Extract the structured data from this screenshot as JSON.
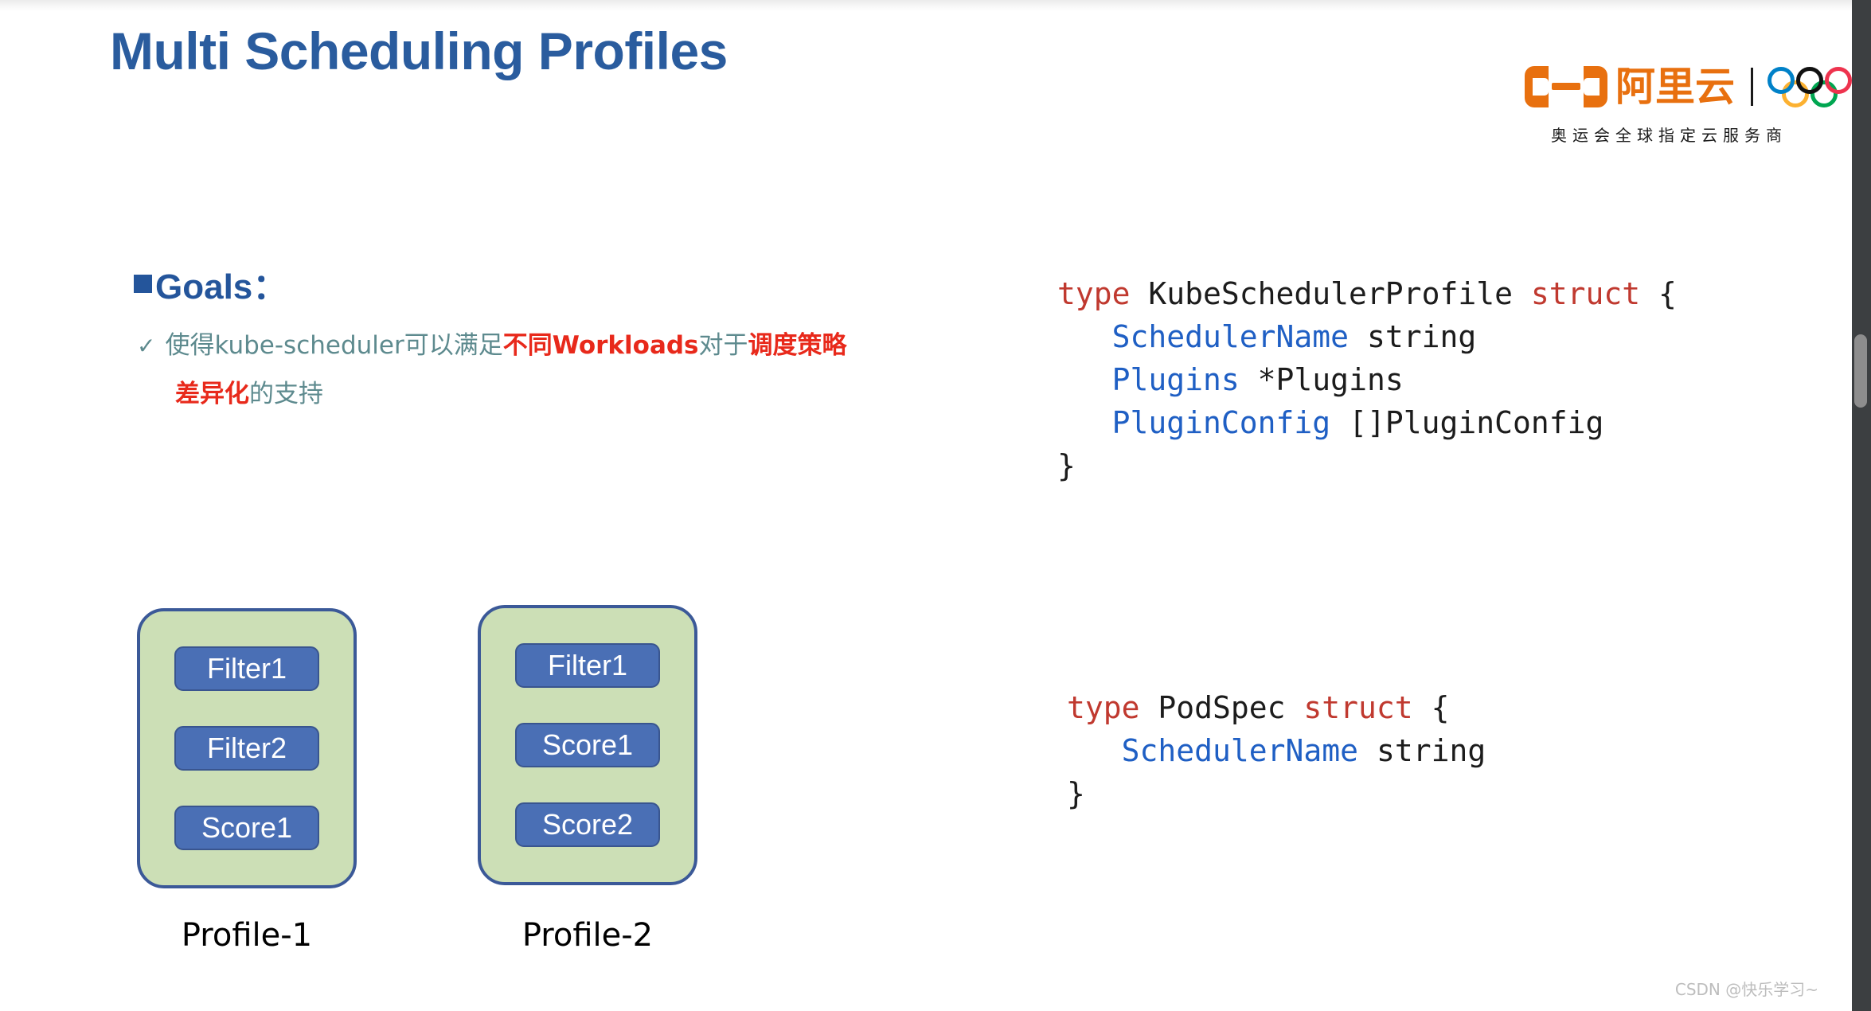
{
  "slide": {
    "title": "Multi Scheduling Profiles",
    "title_color": "#2A5C9E",
    "background": "#FFFFFF"
  },
  "logo": {
    "brand_cn": "阿里云",
    "brand_color": "#E8700F",
    "tagline": "奥运会全球指定云服务商",
    "rings": [
      {
        "name": "ring-blue",
        "color": "#0081C8"
      },
      {
        "name": "ring-black",
        "color": "#111111"
      },
      {
        "name": "ring-red",
        "color": "#EE334E"
      },
      {
        "name": "ring-yellow",
        "color": "#FCB131"
      },
      {
        "name": "ring-green",
        "color": "#00A651"
      }
    ]
  },
  "goals": {
    "heading": "Goals：",
    "heading_color": "#24559B",
    "bullet_marker": "✓",
    "text_color": "#5D8A8E",
    "highlight_color": "#E8291B",
    "line1_part1": "使得kube-scheduler可以满足",
    "line1_highlight1": "不同Workloads",
    "line1_part2": "对于",
    "line1_highlight2": "调度策略",
    "line2_highlight": "差异化",
    "line2_part": "的支持"
  },
  "diagram": {
    "card_fill": "#CCDFB6",
    "card_border": "#3B5998",
    "chip_fill": "#4A6FB5",
    "profiles": [
      {
        "label": "Profile-1",
        "plugins": [
          "Filter1",
          "Filter2",
          "Score1"
        ]
      },
      {
        "label": "Profile-2",
        "plugins": [
          "Filter1",
          "Score1",
          "Score2"
        ]
      }
    ]
  },
  "code": {
    "keyword_color": "#C0392F",
    "field_color": "#1F5FC4",
    "body_color": "#1C1C1C",
    "profile_struct": {
      "kw_type": "type",
      "name": " KubeSchedulerProfile ",
      "kw_struct": "struct",
      "open_brace": " {",
      "fields": [
        {
          "name": "SchedulerName",
          "type": " string"
        },
        {
          "name": "Plugins",
          "type": " *Plugins"
        },
        {
          "name": "PluginConfig",
          "type": " []PluginConfig"
        }
      ],
      "close_brace": "}"
    },
    "podspec_struct": {
      "kw_type": "type",
      "name": " PodSpec ",
      "kw_struct": "struct",
      "open_brace": " {",
      "fields": [
        {
          "name": "SchedulerName",
          "type": " string"
        }
      ],
      "close_brace": "}"
    }
  },
  "watermark": "CSDN @快乐学习~",
  "scrollbar": {
    "track_color": "#3C3F41",
    "thumb_color": "#8D8D8D"
  }
}
